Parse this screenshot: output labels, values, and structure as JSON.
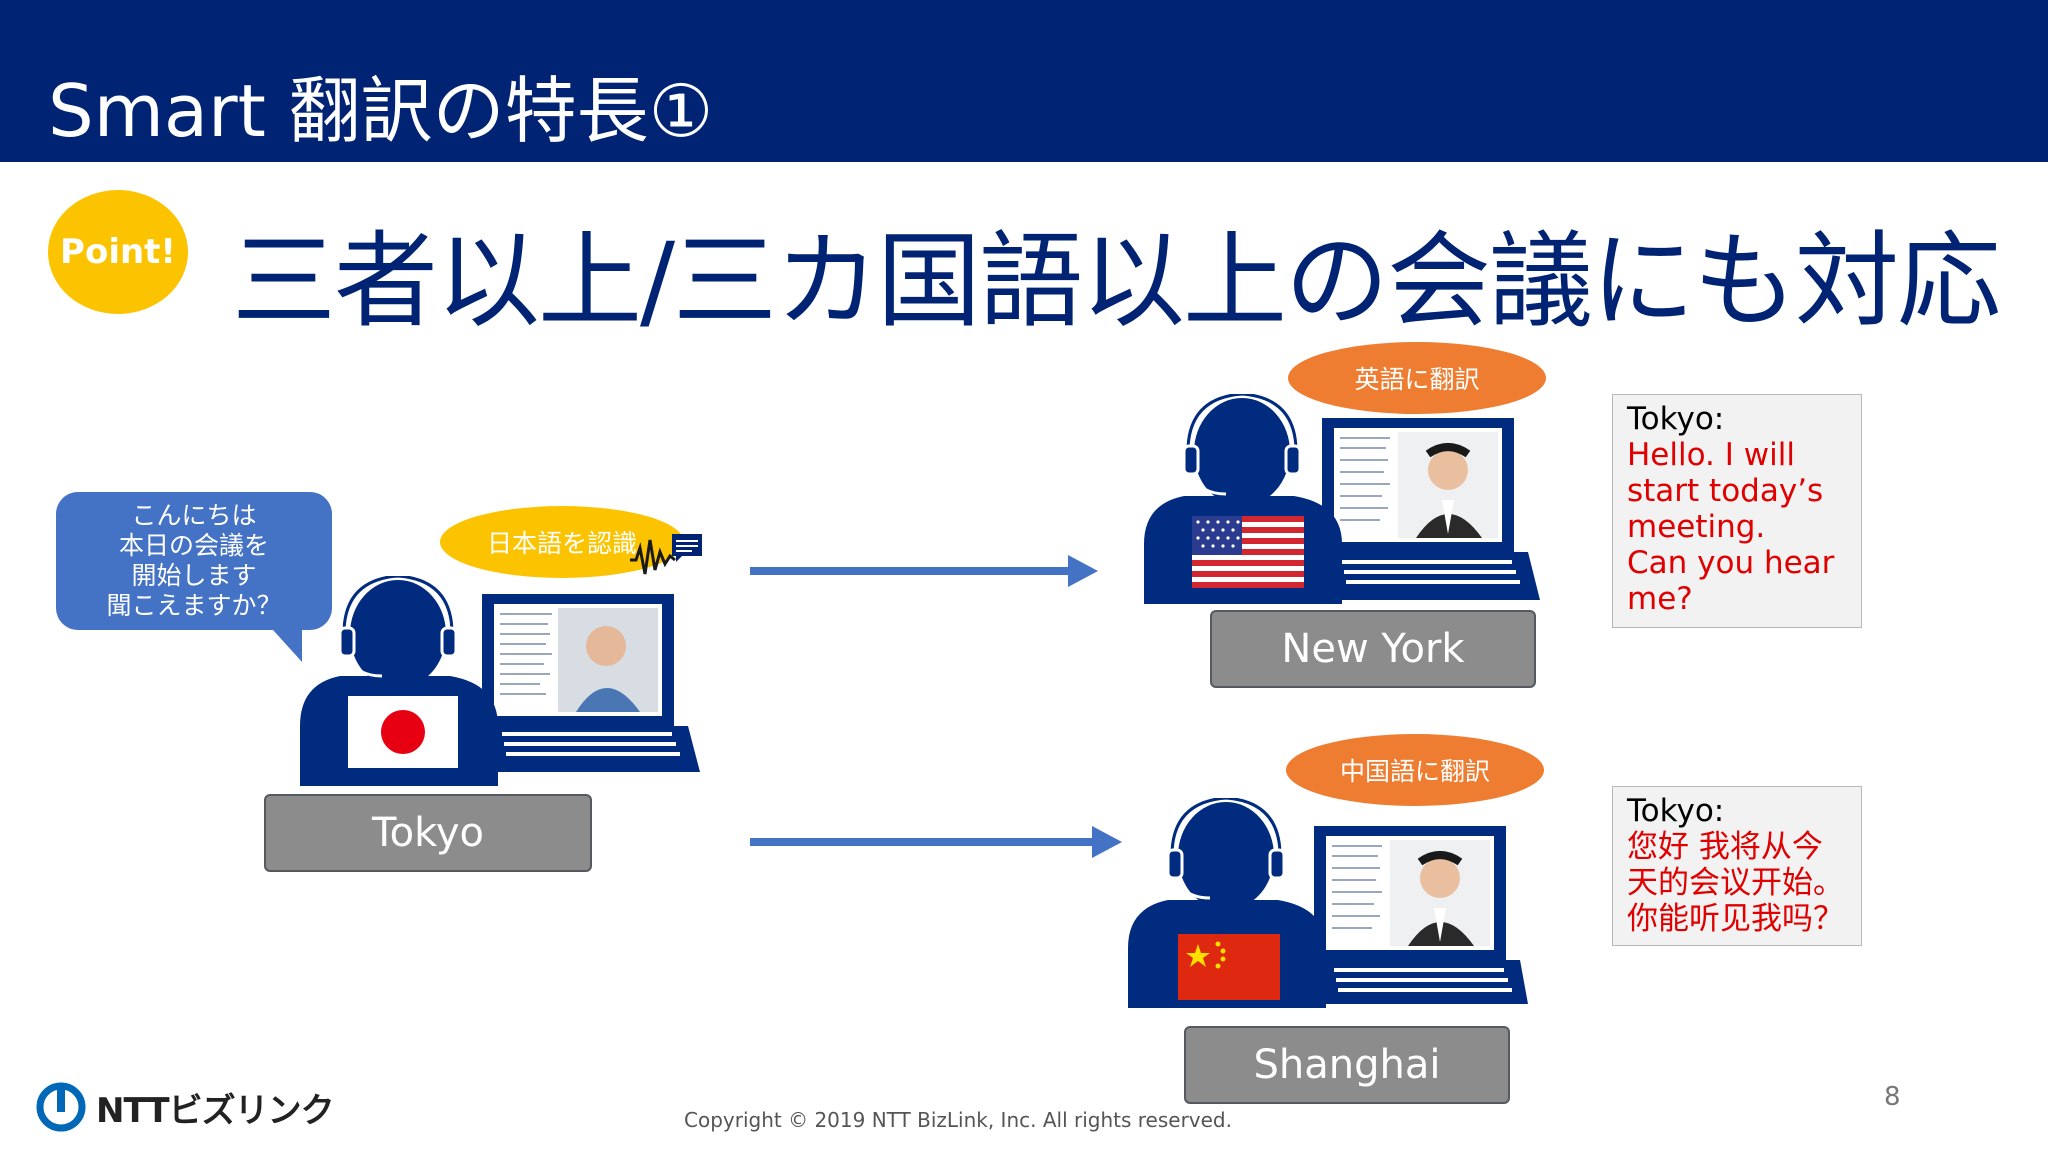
{
  "colors": {
    "navy": "#012373",
    "yellow": "#fcc400",
    "orange": "#ee7d31",
    "blue": "#4472c4",
    "arrow": "#4472c4",
    "gray": "#8c8c8c",
    "red": "#e00000",
    "person": "#002b7f"
  },
  "header": {
    "title": "Smart 翻訳の特長①"
  },
  "point_badge": "Point!",
  "headline": "三者以上/三カ国語以上の会議にも対応",
  "tokyo": {
    "speech_lines": [
      "こんにちは",
      "本日の会議を",
      "開始します",
      "聞こえますか？"
    ],
    "recognition_label": "日本語を認識",
    "city": "Tokyo"
  },
  "new_york": {
    "translation_label": "英語に翻訳",
    "city": "New York",
    "box": {
      "speaker": "Tokyo:",
      "lines": [
        "Hello. I will",
        "start today’s",
        "meeting.",
        "Can you hear",
        "me?"
      ]
    }
  },
  "shanghai": {
    "translation_label": "中国語に翻訳",
    "city": "Shanghai",
    "box": {
      "speaker": "Tokyo:",
      "lines": [
        "您好 我将从今",
        "天的会议开始。",
        "你能听见我吗？"
      ]
    }
  },
  "footer": {
    "copyright": "Copyright © 2019 NTT BizLink, Inc. All rights reserved.",
    "page_number": "8",
    "logo_text": "NTTビズリンク"
  }
}
